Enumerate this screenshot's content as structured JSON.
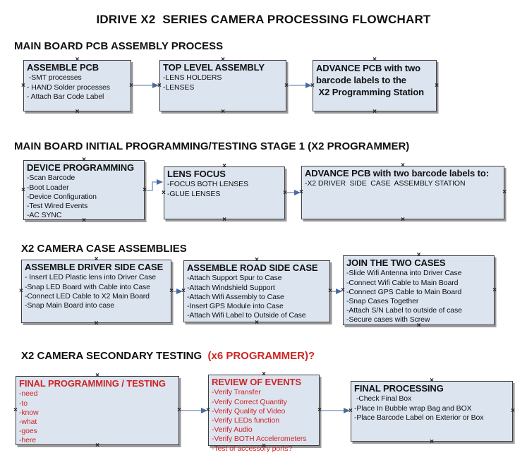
{
  "title": "IDRIVE X2  SERIES CAMERA PROCESSING FLOWCHART",
  "colors": {
    "box_fill": "#dce4f0",
    "box_border": "#3f3f3f",
    "accent_red": "#cc2626",
    "arrow_line": "#9aaec9",
    "arrow_head": "#4a6aa5"
  },
  "icons": {
    "handle_glyph": "×"
  },
  "sections": [
    {
      "heading": "MAIN BOARD PCB ASSEMBLY PROCESS",
      "boxes": [
        {
          "title": "ASSEMBLE PCB",
          "items": [
            " -SMT processes",
            "- HAND Solder processes",
            "- Attach Bar Code Label"
          ]
        },
        {
          "title": "TOP LEVEL ASSEMBLY",
          "items": [
            "-LENS HOLDERS",
            "-LENSES"
          ]
        },
        {
          "title": "ADVANCE PCB with two barcode labels to the\n X2 Programming Station",
          "items": []
        }
      ]
    },
    {
      "heading": "MAIN BOARD INITIAL PROGRAMMING/TESTING STAGE 1 (X2 PROGRAMMER)",
      "boxes": [
        {
          "title": "DEVICE PROGRAMMING",
          "items": [
            "-Scan Barcode",
            "-Boot Loader",
            "-Device Configuration",
            "-Test Wired Events",
            "-AC SYNC"
          ]
        },
        {
          "title": "LENS FOCUS",
          "items": [
            "-FOCUS BOTH LENSES",
            "-GLUE LENSES"
          ]
        },
        {
          "title": "ADVANCE PCB with two barcode labels to:",
          "items": [
            "-X2 DRIVER  SIDE  CASE  ASSEMBLY STATION"
          ]
        }
      ]
    },
    {
      "heading": "X2 CAMERA CASE ASSEMBLIES",
      "boxes": [
        {
          "title": "ASSEMBLE DRIVER SIDE CASE",
          "items": [
            "- Insert LED Plastic lens into Driver Case",
            "-Snap LED Board with Cable into Case",
            "-Connect LED Cable to X2 Main Board",
            "-Snap Main Board into case"
          ]
        },
        {
          "title": "ASSEMBLE ROAD SIDE CASE",
          "items": [
            "-Attach Support Spur to Case",
            "-Attach Windshield Support",
            "-Attach Wifi Assembly to Case",
            "-Insert GPS Module into Case",
            "-Attach Wifi Label to Outside of Case"
          ]
        },
        {
          "title": "JOIN THE TWO CASES",
          "items": [
            "-Slide Wifi Antenna into Driver Case",
            "-Connect Wifi Cable to Main Board",
            "-Connect GPS Cable to Main Board",
            "-Snap Cases Together",
            "-Attach S/N Label to outside of case",
            "-Secure cases with Screw"
          ]
        }
      ]
    },
    {
      "heading": "X2 CAMERA SECONDARY TESTING ",
      "heading_red": " (x6 PROGRAMMER)?",
      "boxes": [
        {
          "title": "FINAL PROGRAMMING / TESTING",
          "items": [
            "-need",
            "-to",
            "-know",
            "-what",
            "-goes",
            "-here"
          ]
        },
        {
          "title": "REVIEW OF EVENTS",
          "items": [
            "-Verify Transfer",
            "-Verify Correct Quantity",
            "-Verify Quality of Video",
            "-Verify LEDs function",
            "-Verify Audio",
            "-Verify BOTH Accelerometers",
            "-Test of accessory ports?"
          ]
        },
        {
          "title": "FINAL PROCESSING",
          "items": [
            " -Check Final Box",
            "-Place In Bubble wrap Bag and BOX",
            "-Place Barcode Label on Exterior or Box"
          ]
        }
      ]
    }
  ]
}
